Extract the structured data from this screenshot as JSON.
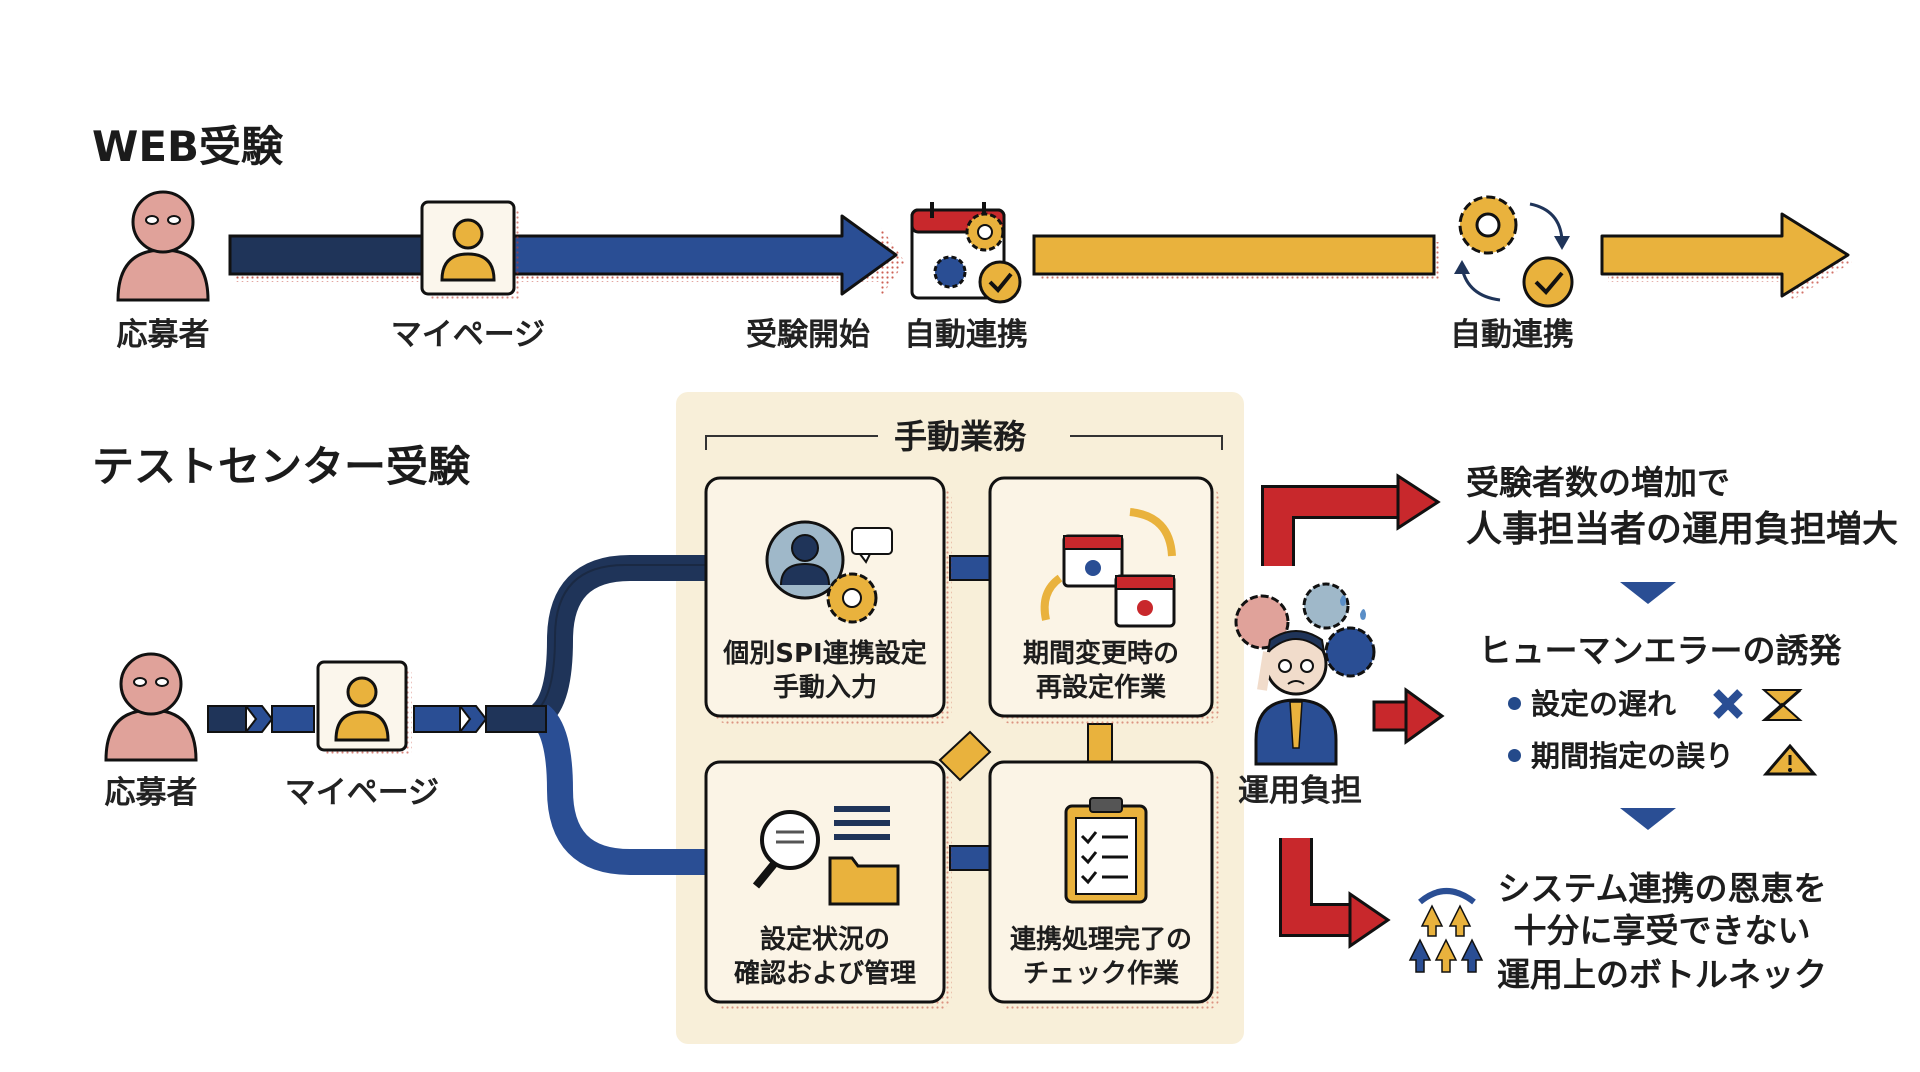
{
  "colors": {
    "navy": "#1f3459",
    "blue": "#2a4e94",
    "gold": "#e9b23d",
    "red": "#c8282c",
    "panel": "#f8efd9",
    "skin": "#e0a29a",
    "box_fill": "#fbf4e6"
  },
  "web": {
    "title": "WEB受験",
    "applicant_label": "応募者",
    "mypage_label": "マイページ",
    "exam_start_label": "受験開始",
    "auto_link_label_1": "自動連携",
    "auto_link_label_2": "自動連携",
    "icons": [
      "person-icon",
      "mypage-user-icon",
      "calendar-gear-check-icon",
      "gear-cycle-check-icon"
    ]
  },
  "test_center": {
    "title": "テストセンター受験",
    "applicant_label": "応募者",
    "mypage_label": "マイページ",
    "manual_work": {
      "title": "手動業務",
      "boxes": [
        {
          "line1": "個別SPI連携設定",
          "line2": "手動入力",
          "icon": "user-gear-chat-icon"
        },
        {
          "line1": "期間変更時の",
          "line2": "再設定作業",
          "icon": "calendar-swap-icon"
        },
        {
          "line1": "設定状況の",
          "line2": "確認および管理",
          "icon": "magnifier-folder-icon"
        },
        {
          "line1": "連携処理完了の",
          "line2": "チェック作業",
          "icon": "clipboard-check-icon"
        }
      ]
    },
    "burden_label": "運用負担",
    "results": {
      "r1_line1": "受験者数の増加で",
      "r1_line2": "人事担当者の運用負担増大",
      "r2_title": "ヒューマンエラーの誘発",
      "bullets": [
        "設定の遅れ",
        "期間指定の誤り"
      ],
      "r3_line1": "システム連携の恩恵を",
      "r3_line2": "十分に享受できない",
      "r3_line3": "運用上のボトルネック"
    }
  }
}
